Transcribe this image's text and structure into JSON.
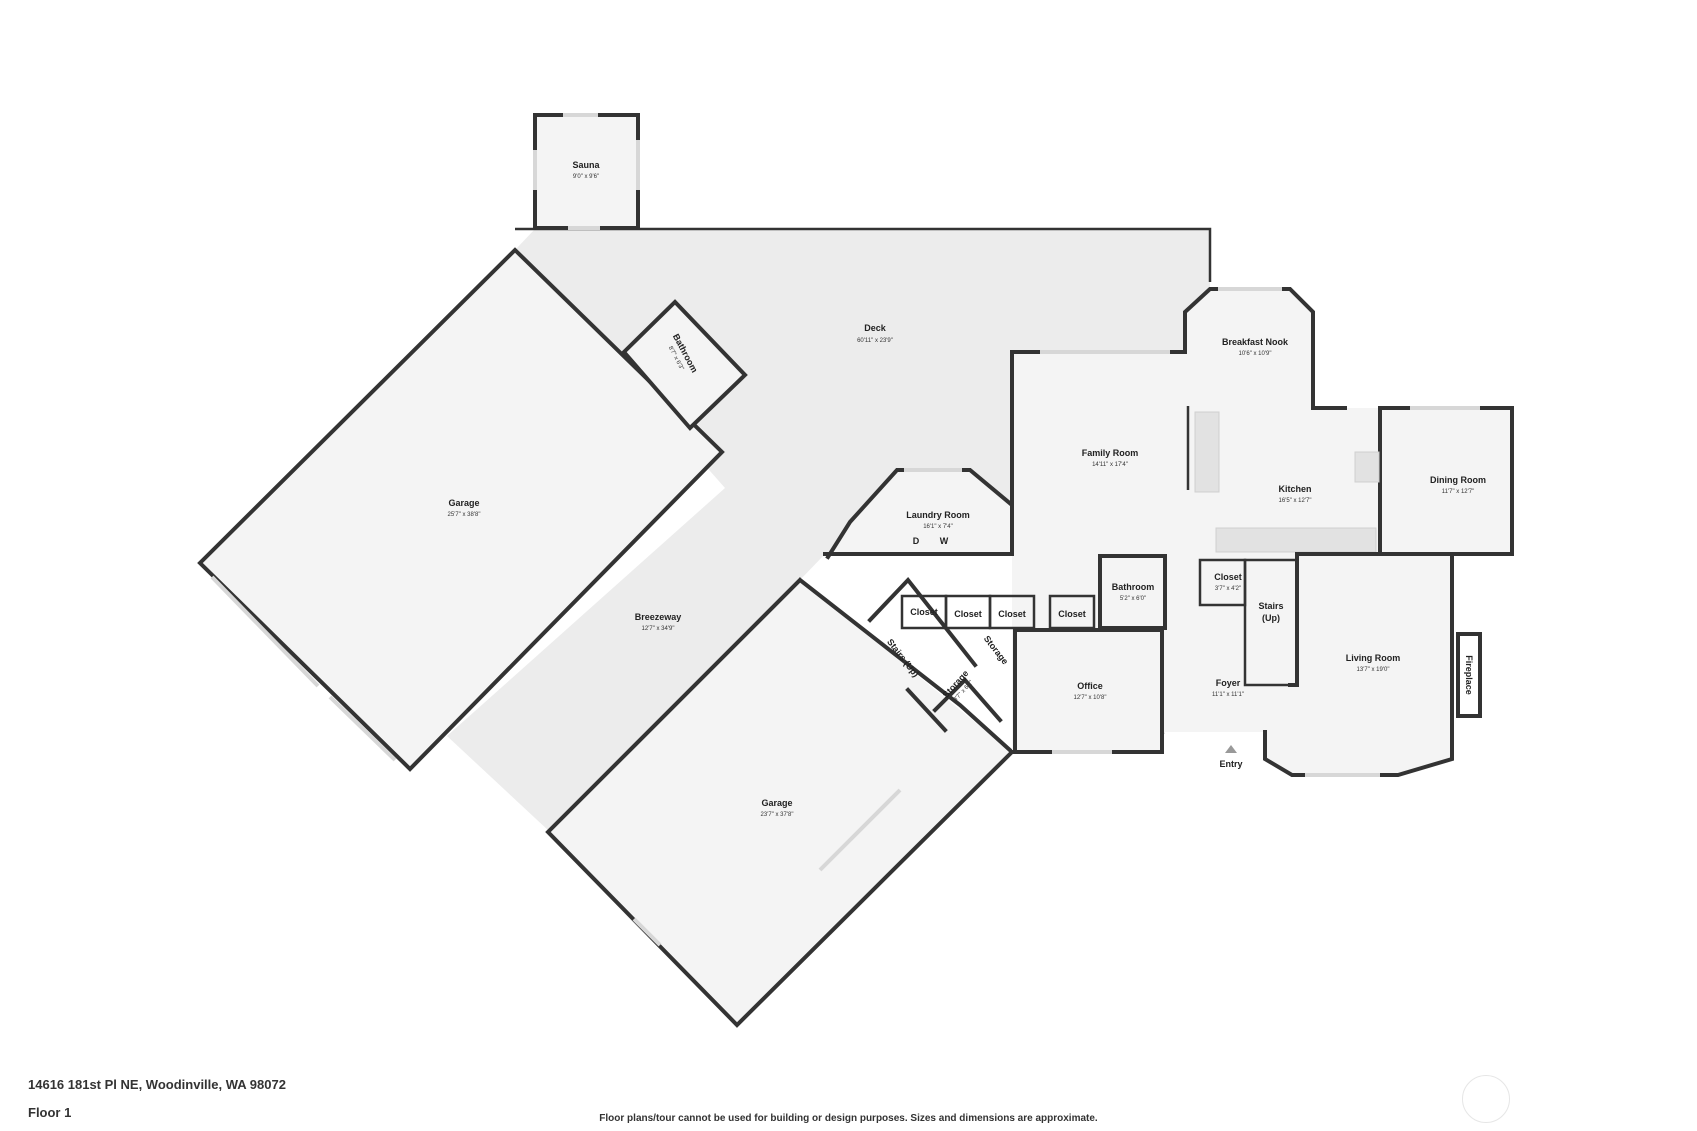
{
  "plan": {
    "rooms": {
      "sauna": {
        "name": "Sauna",
        "dim": "9'0\" x 9'6\""
      },
      "deck": {
        "name": "Deck",
        "dim": "60'11\" x 23'9\""
      },
      "bath_deck": {
        "name": "Bathroom",
        "dim": "8'7\" x 6'3\""
      },
      "garage_left": {
        "name": "Garage",
        "dim": "25'7\" x 38'8\""
      },
      "breezeway": {
        "name": "Breezeway",
        "dim": "12'7\" x 34'9\""
      },
      "garage_bottom": {
        "name": "Garage",
        "dim": "23'7\" x 37'8\""
      },
      "laundry": {
        "name": "Laundry Room",
        "dim": "16'1\" x 7'4\""
      },
      "family": {
        "name": "Family Room",
        "dim": "14'11\" x 17'4\""
      },
      "breakfast": {
        "name": "Breakfast Nook",
        "dim": "10'6\" x 10'9\""
      },
      "kitchen": {
        "name": "Kitchen",
        "dim": "16'5\" x 12'7\""
      },
      "dining": {
        "name": "Dining Room",
        "dim": "11'7\" x 12'7\""
      },
      "closet1": {
        "name": "Closet"
      },
      "closet2": {
        "name": "Closet"
      },
      "closet3": {
        "name": "Closet"
      },
      "closet4": {
        "name": "Closet"
      },
      "closet_foyer": {
        "name": "Closet",
        "dim": "3'7\" x 4'2\""
      },
      "bath_main": {
        "name": "Bathroom",
        "dim": "5'2\" x 6'0\""
      },
      "stairs_up_left": {
        "name": "Stairs (Up)"
      },
      "storage1": {
        "name": "Storage",
        "dim": "8'7\" x 6'2\""
      },
      "storage2": {
        "name": "Storage"
      },
      "office": {
        "name": "Office",
        "dim": "12'7\" x 10'8\""
      },
      "foyer": {
        "name": "Foyer",
        "dim": "11'1\" x 11'1\""
      },
      "stairs_up_right": {
        "name": "Stairs",
        "sub": "(Up)"
      },
      "living": {
        "name": "Living Room",
        "dim": "13'7\" x 19'0\""
      },
      "fireplace": {
        "name": "Fireplace"
      }
    },
    "entry_label": "Entry",
    "appliances": {
      "dryer": "D",
      "washer": "W"
    }
  },
  "footer": {
    "address": "14616 181st Pl NE, Woodinville, WA 98072",
    "floor": "Floor 1",
    "disclaimer": "Floor plans/tour cannot be used for building or design purposes. Sizes and dimensions are approximate."
  },
  "colors": {
    "wall": "#333333",
    "floor": "#f4f4f4",
    "deck": "#ececec",
    "window": "#d7d7d7"
  },
  "icons": [
    "compass-icon",
    "toilet-icon",
    "sink-icon",
    "stove-icon",
    "entry-arrow-icon"
  ]
}
